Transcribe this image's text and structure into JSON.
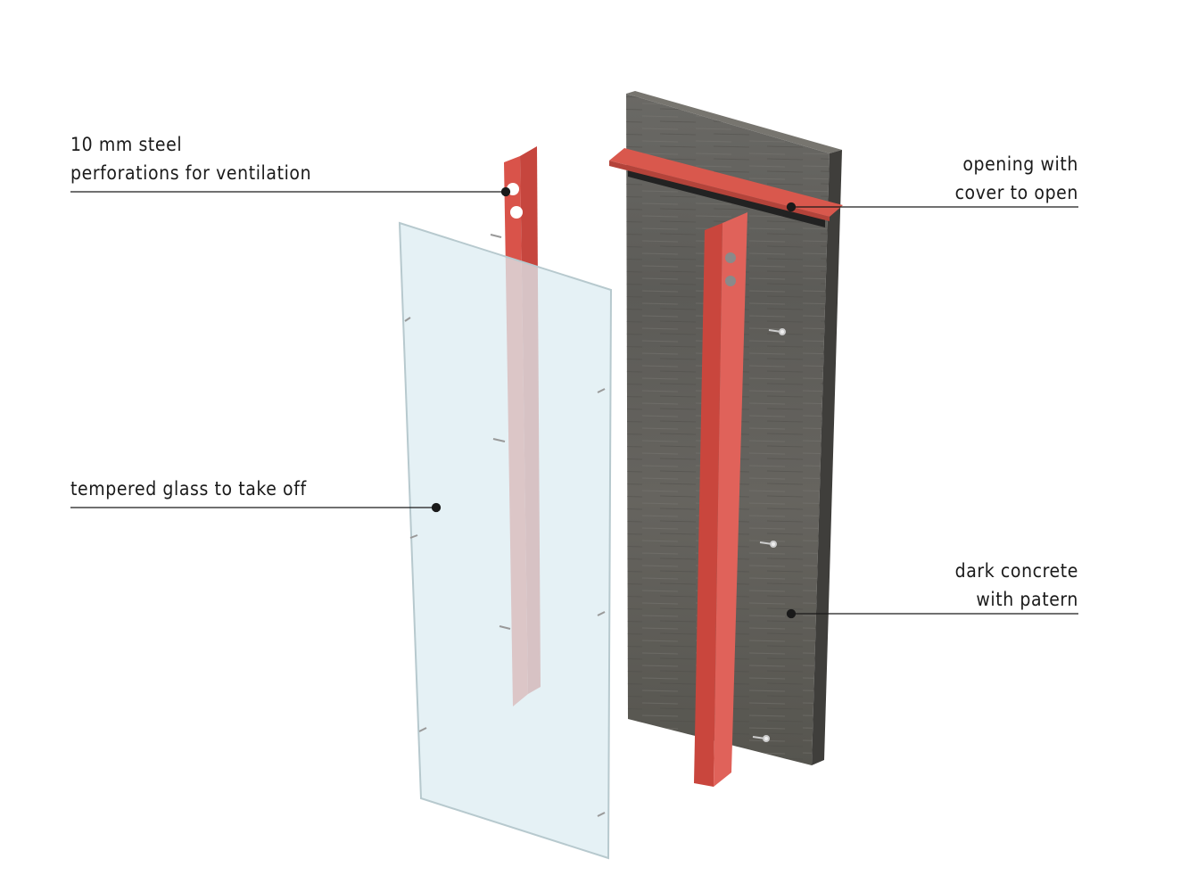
{
  "labels": {
    "steel": {
      "line1": "10 mm steel",
      "line2": "perforations for ventilation"
    },
    "glass": {
      "line1": "tempered glass to take off"
    },
    "opening": {
      "line1": "opening with",
      "line2": "cover to open"
    },
    "concrete": {
      "line1": "dark concrete",
      "line2": "with patern"
    }
  },
  "colors": {
    "steel": "#d9534a",
    "concrete": "#5f5e5a",
    "glass": "#dcecf1",
    "leader": "#1a1a1a"
  }
}
